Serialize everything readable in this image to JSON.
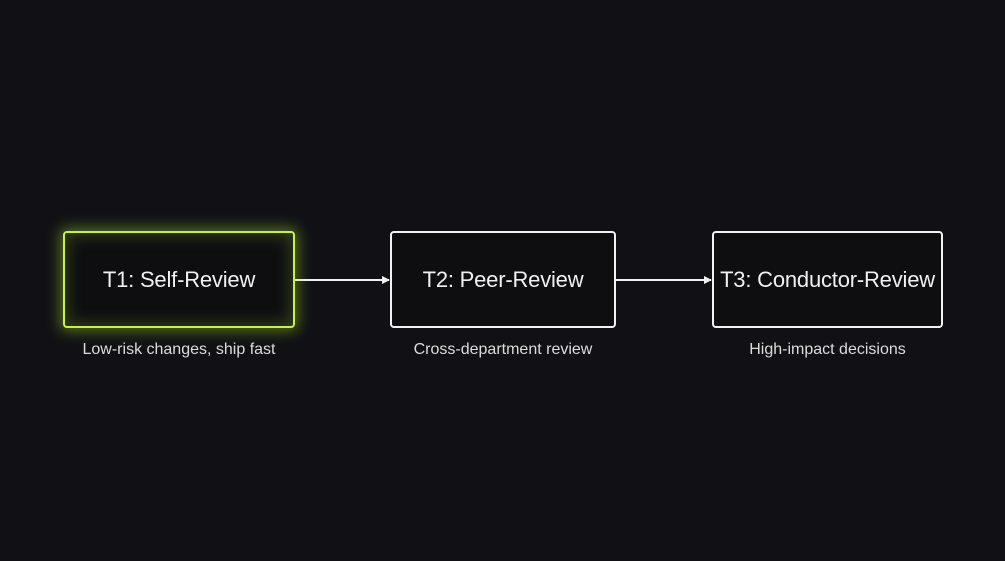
{
  "diagram": {
    "stages": [
      {
        "label": "T1: Self-Review",
        "caption": "Low-risk changes, ship fast",
        "highlighted": true
      },
      {
        "label": "T2: Peer-Review",
        "caption": "Cross-department review",
        "highlighted": false
      },
      {
        "label": "T3: Conductor-Review",
        "caption": "High-impact decisions",
        "highlighted": false
      }
    ],
    "colors": {
      "background": "#111115",
      "highlight": "#c6f24a",
      "stroke": "#f2f2f2"
    }
  }
}
